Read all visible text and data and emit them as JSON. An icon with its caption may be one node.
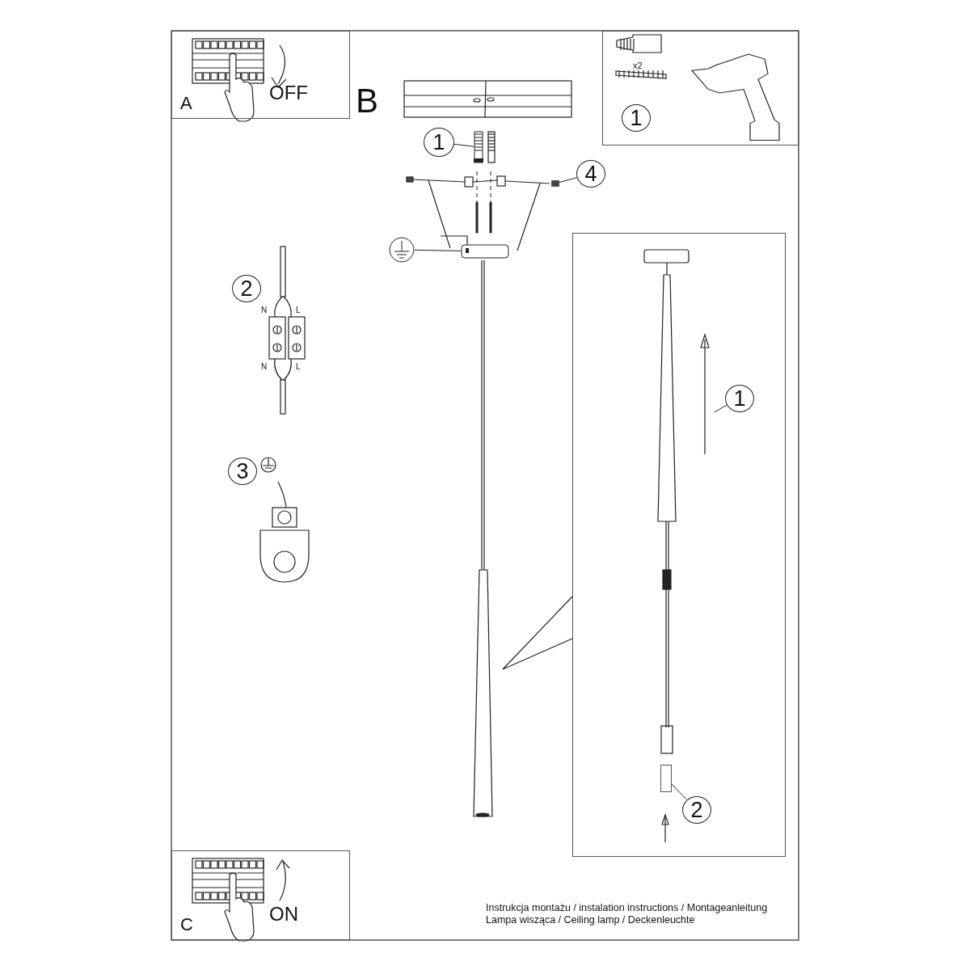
{
  "diagram": {
    "nodes": [
      {
        "text": [
          "A",
          "OFF"
        ]
      },
      {
        "text": [
          "x2"
        ]
      },
      {
        "text": [
          "1"
        ],
        "in": 1
      },
      {
        "text": [
          "1"
        ]
      },
      {
        "text": [],
        "shape": "picture"
      },
      {
        "text": [
          "4"
        ]
      },
      {
        "text": [],
        "shape": "box"
      },
      {
        "text": [],
        "shape": "circle"
      },
      {
        "text": [],
        "shape": "picture"
      },
      {
        "text": [
          "2"
        ]
      },
      {
        "text": [
          "3"
        ]
      },
      {
        "text": [],
        "shape": "box"
      },
      {
        "text": [
          "1"
        ],
        "in": 11
      },
      {
        "text": [
          "2"
        ],
        "in": 11
      },
      {
        "text": [],
        "shape": "box",
        "in": 11
      },
      {
        "text": [
          "C",
          "ON"
        ]
      }
    ],
    "edges": [
      {
        "from": 3,
        "to": 4,
        "arrow": "none"
      },
      {
        "from": 5,
        "to": 6,
        "arrow": "none"
      },
      {
        "from": 7,
        "to": 8,
        "arrow": "none"
      },
      {
        "from": 12,
        "to": null,
        "arrow": "none"
      },
      {
        "from": 13,
        "to": 14,
        "arrow": "none"
      }
    ],
    "labels": [
      "B",
      "N",
      "L",
      "N",
      "L",
      "Instrukcja montażu / instalation instructions / Montageanleitung",
      "Lampa wisząca / Ceiling lamp / Deckenleuchte"
    ]
  }
}
